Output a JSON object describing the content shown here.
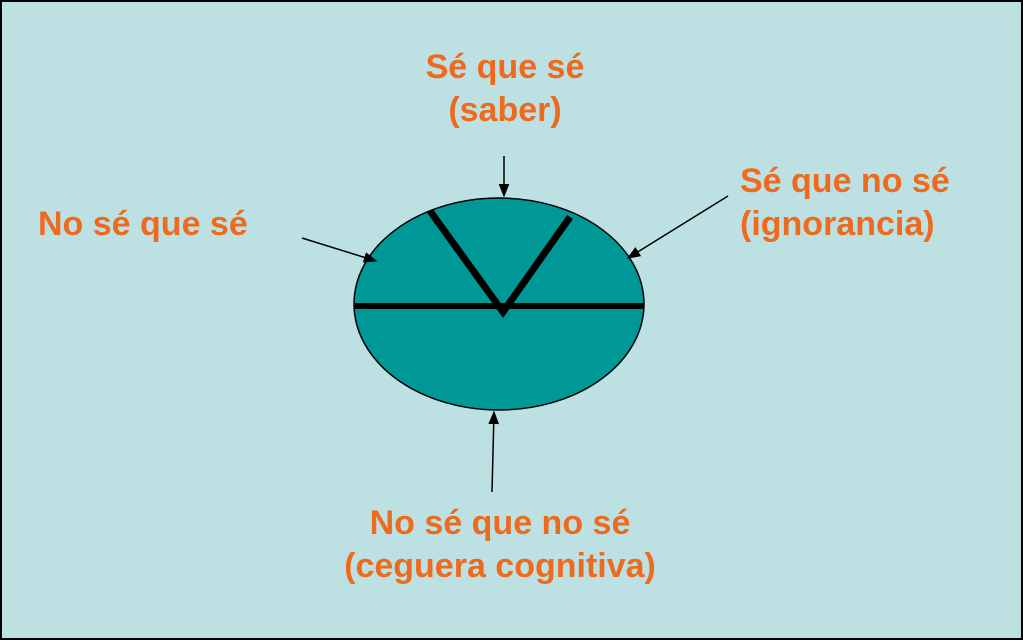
{
  "colors": {
    "background": "#bde1e3",
    "ellipse_fill": "#009896",
    "text": "#ee6a1e",
    "lines": "#000000"
  },
  "labels": {
    "top": {
      "line1": "Sé que sé",
      "line2": "(saber)"
    },
    "right": {
      "line1": "Sé que no sé",
      "line2": "(ignorancia)"
    },
    "left": {
      "line1": "No sé que sé"
    },
    "bottom": {
      "line1": "No sé que no sé",
      "line2": "(ceguera cognitiva)"
    }
  }
}
